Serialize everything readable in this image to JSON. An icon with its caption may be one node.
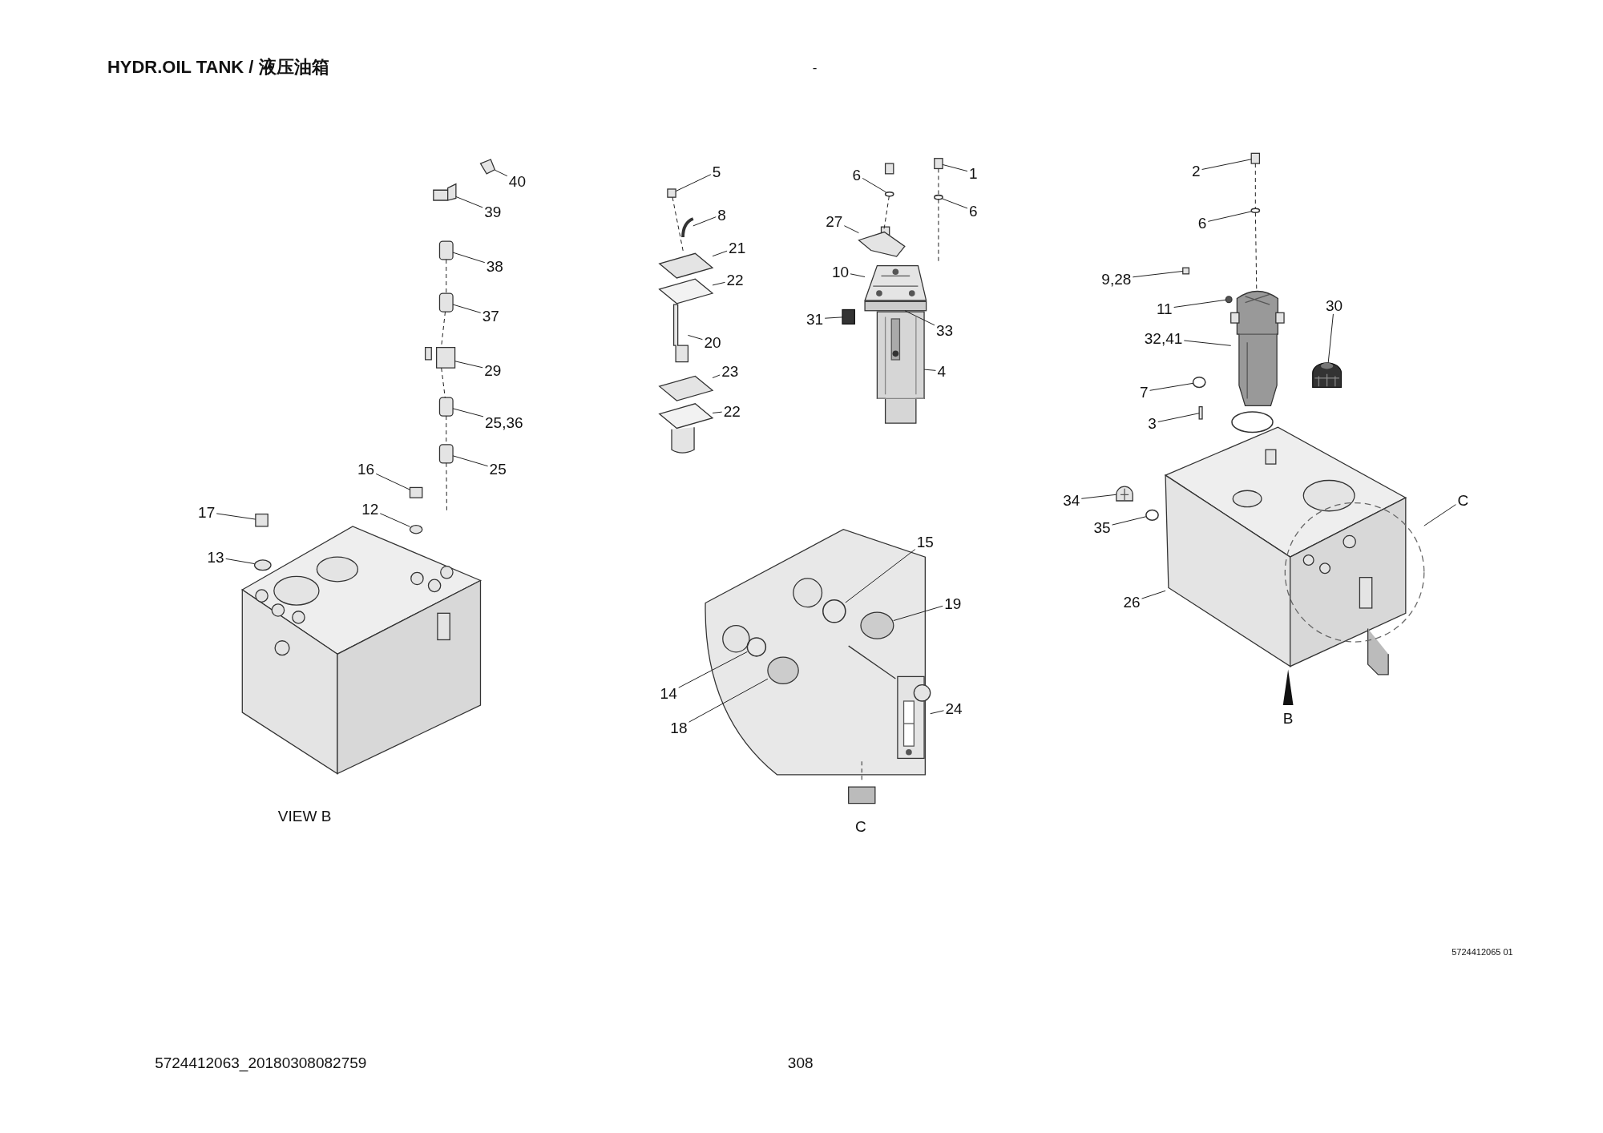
{
  "diagram": {
    "title": "HYDR.OIL TANK / 液压油箱",
    "nodes": [
      {
        "text": [
          "40"
        ]
      },
      {
        "text": [
          "39"
        ]
      },
      {
        "text": [
          "38"
        ]
      },
      {
        "text": [
          "37"
        ]
      },
      {
        "text": [
          "29"
        ]
      },
      {
        "text": [
          "25,36"
        ]
      },
      {
        "text": [
          "25"
        ]
      },
      {
        "text": [
          "16"
        ]
      },
      {
        "text": [
          "12"
        ]
      },
      {
        "text": [
          "17"
        ]
      },
      {
        "text": [
          "13"
        ]
      },
      {
        "text": [
          "5"
        ]
      },
      {
        "text": [
          "8"
        ]
      },
      {
        "text": [
          "21"
        ]
      },
      {
        "text": [
          "22"
        ]
      },
      {
        "text": [
          "20"
        ]
      },
      {
        "text": [
          "23"
        ]
      },
      {
        "text": [
          "22"
        ]
      },
      {
        "text": [
          "6"
        ]
      },
      {
        "text": [
          "1"
        ]
      },
      {
        "text": [
          "6"
        ]
      },
      {
        "text": [
          "27"
        ]
      },
      {
        "text": [
          "10"
        ]
      },
      {
        "text": [
          "31"
        ]
      },
      {
        "text": [
          "33"
        ]
      },
      {
        "text": [
          "4"
        ]
      },
      {
        "text": [
          "2"
        ]
      },
      {
        "text": [
          "6"
        ]
      },
      {
        "text": [
          "9,28"
        ]
      },
      {
        "text": [
          "11"
        ]
      },
      {
        "text": [
          "32,41"
        ]
      },
      {
        "text": [
          "30"
        ]
      },
      {
        "text": [
          "7"
        ]
      },
      {
        "text": [
          "3"
        ]
      },
      {
        "text": [
          "34"
        ]
      },
      {
        "text": [
          "35"
        ]
      },
      {
        "text": [
          "26"
        ]
      },
      {
        "text": [
          "C"
        ]
      },
      {
        "text": [
          "15"
        ]
      },
      {
        "text": [
          "19"
        ]
      },
      {
        "text": [
          "14"
        ]
      },
      {
        "text": [
          "18"
        ]
      },
      {
        "text": [
          "24"
        ]
      },
      {
        "text": [],
        "shape": "picture"
      },
      {
        "text": [],
        "shape": "picture"
      },
      {
        "text": [],
        "shape": "box"
      },
      {
        "text": [],
        "shape": "box"
      },
      {
        "text": [],
        "shape": "picture"
      },
      {
        "text": [],
        "shape": "box"
      },
      {
        "text": [],
        "shape": "box"
      },
      {
        "text": [],
        "shape": "box"
      },
      {
        "text": [],
        "shape": "circle"
      },
      {
        "text": [],
        "shape": "box"
      },
      {
        "text": [],
        "shape": "circle"
      },
      {
        "text": [],
        "shape": "box"
      },
      {
        "text": [],
        "shape": "picture"
      },
      {
        "text": [],
        "shape": "picture"
      },
      {
        "text": [],
        "shape": "picture"
      },
      {
        "text": [],
        "shape": "picture"
      },
      {
        "text": [],
        "shape": "picture"
      },
      {
        "text": [],
        "shape": "picture"
      },
      {
        "text": [],
        "shape": "circle"
      },
      {
        "text": [],
        "shape": "box"
      },
      {
        "text": [],
        "shape": "circle"
      },
      {
        "text": [],
        "shape": "picture"
      },
      {
        "text": [],
        "shape": "picture"
      },
      {
        "text": [],
        "shape": "box"
      },
      {
        "text": [],
        "shape": "box"
      },
      {
        "text": [],
        "shape": "picture"
      },
      {
        "text": [],
        "shape": "box"
      },
      {
        "text": [],
        "shape": "circle"
      },
      {
        "text": [],
        "shape": "box"
      },
      {
        "text": [],
        "shape": "circle"
      },
      {
        "text": [],
        "shape": "picture"
      },
      {
        "text": [],
        "shape": "picture"
      },
      {
        "text": [],
        "shape": "circle"
      },
      {
        "text": [],
        "shape": "box"
      },
      {
        "text": [],
        "shape": "picture"
      },
      {
        "text": [],
        "shape": "circle"
      },
      {
        "text": [],
        "shape": "picture"
      },
      {
        "text": [],
        "shape": "circle"
      },
      {
        "text": [],
        "shape": "circle"
      },
      {
        "text": [],
        "shape": "circle"
      },
      {
        "text": [],
        "shape": "circle"
      },
      {
        "text": [],
        "shape": "circle"
      },
      {
        "text": [],
        "shape": "picture"
      }
    ],
    "edges": [
      {
        "from": 0,
        "to": 43,
        "arrow": "none"
      },
      {
        "from": 1,
        "to": 44,
        "arrow": "none"
      },
      {
        "from": 2,
        "to": 45,
        "arrow": "none"
      },
      {
        "from": 3,
        "to": 46,
        "arrow": "none"
      },
      {
        "from": 4,
        "to": 47,
        "arrow": "none"
      },
      {
        "from": 5,
        "to": 48,
        "arrow": "none"
      },
      {
        "from": 6,
        "to": 49,
        "arrow": "none"
      },
      {
        "from": 7,
        "to": 50,
        "arrow": "none"
      },
      {
        "from": 8,
        "to": 51,
        "arrow": "none"
      },
      {
        "from": 9,
        "to": 52,
        "arrow": "none"
      },
      {
        "from": 10,
        "to": 53,
        "arrow": "none"
      },
      {
        "from": 11,
        "to": 54,
        "arrow": "none"
      },
      {
        "from": 12,
        "to": 55,
        "arrow": "none"
      },
      {
        "from": 13,
        "to": 56,
        "arrow": "none"
      },
      {
        "from": 14,
        "to": 57,
        "arrow": "none"
      },
      {
        "from": 15,
        "to": 58,
        "arrow": "none"
      },
      {
        "from": 16,
        "to": 59,
        "arrow": "none"
      },
      {
        "from": 17,
        "to": 60,
        "arrow": "none"
      },
      {
        "from": 18,
        "to": 61,
        "arrow": "none"
      },
      {
        "from": 19,
        "to": 62,
        "arrow": "none"
      },
      {
        "from": 20,
        "to": 63,
        "arrow": "none"
      },
      {
        "from": 21,
        "to": 64,
        "arrow": "none"
      },
      {
        "from": 22,
        "to": 65,
        "arrow": "none"
      },
      {
        "from": 23,
        "to": 66,
        "arrow": "none"
      },
      {
        "from": 24,
        "to": 67,
        "arrow": "none"
      },
      {
        "from": 25,
        "to": 68,
        "arrow": "none"
      },
      {
        "from": 26,
        "to": 69,
        "arrow": "none"
      },
      {
        "from": 27,
        "to": 70,
        "arrow": "none"
      },
      {
        "from": 28,
        "to": 71,
        "arrow": "none"
      },
      {
        "from": 29,
        "to": 72,
        "arrow": "none"
      },
      {
        "from": 30,
        "to": 73,
        "arrow": "none"
      },
      {
        "from": 31,
        "to": 74,
        "arrow": "none"
      },
      {
        "from": 32,
        "to": 75,
        "arrow": "none"
      },
      {
        "from": 33,
        "to": 76,
        "arrow": "none"
      },
      {
        "from": 34,
        "to": 77,
        "arrow": "none"
      },
      {
        "from": 35,
        "to": 78,
        "arrow": "none"
      },
      {
        "from": 36,
        "to": 79,
        "arrow": "none"
      },
      {
        "from": 37,
        "to": 80,
        "arrow": "none"
      },
      {
        "from": 38,
        "to": 81,
        "arrow": "none"
      },
      {
        "from": 39,
        "to": 82,
        "arrow": "none"
      },
      {
        "from": 40,
        "to": 83,
        "arrow": "none"
      },
      {
        "from": 41,
        "to": 84,
        "arrow": "none"
      },
      {
        "from": 42,
        "to": 85,
        "arrow": "none"
      },
      {
        "from": 45,
        "to": 46,
        "arrow": "none",
        "style": "dashed"
      },
      {
        "from": 46,
        "to": 47,
        "arrow": "none",
        "style": "dashed"
      },
      {
        "from": 47,
        "to": 48,
        "arrow": "none",
        "style": "dashed"
      },
      {
        "from": 48,
        "to": 49,
        "arrow": "none",
        "style": "dashed"
      },
      {
        "from": 49,
        "to": null,
        "arrow": "none",
        "style": "dashed"
      },
      {
        "from": 54,
        "to": 56,
        "arrow": "none",
        "style": "dashed"
      },
      {
        "from": 61,
        "to": 64,
        "arrow": "none",
        "style": "dashed"
      },
      {
        "from": 62,
        "to": 63,
        "arrow": "none",
        "style": "dashed"
      },
      {
        "from": 63,
        "to": null,
        "arrow": "none",
        "style": "dashed"
      },
      {
        "from": 69,
        "to": 70,
        "arrow": "none",
        "style": "dashed"
      },
      {
        "from": 70,
        "to": 73,
        "arrow": "none",
        "style": "dashed"
      }
    ],
    "labels": [
      "-",
      "VIEW B",
      "C",
      "B",
      "5724412065 01",
      "5724412063_20180308082759",
      "308"
    ]
  }
}
